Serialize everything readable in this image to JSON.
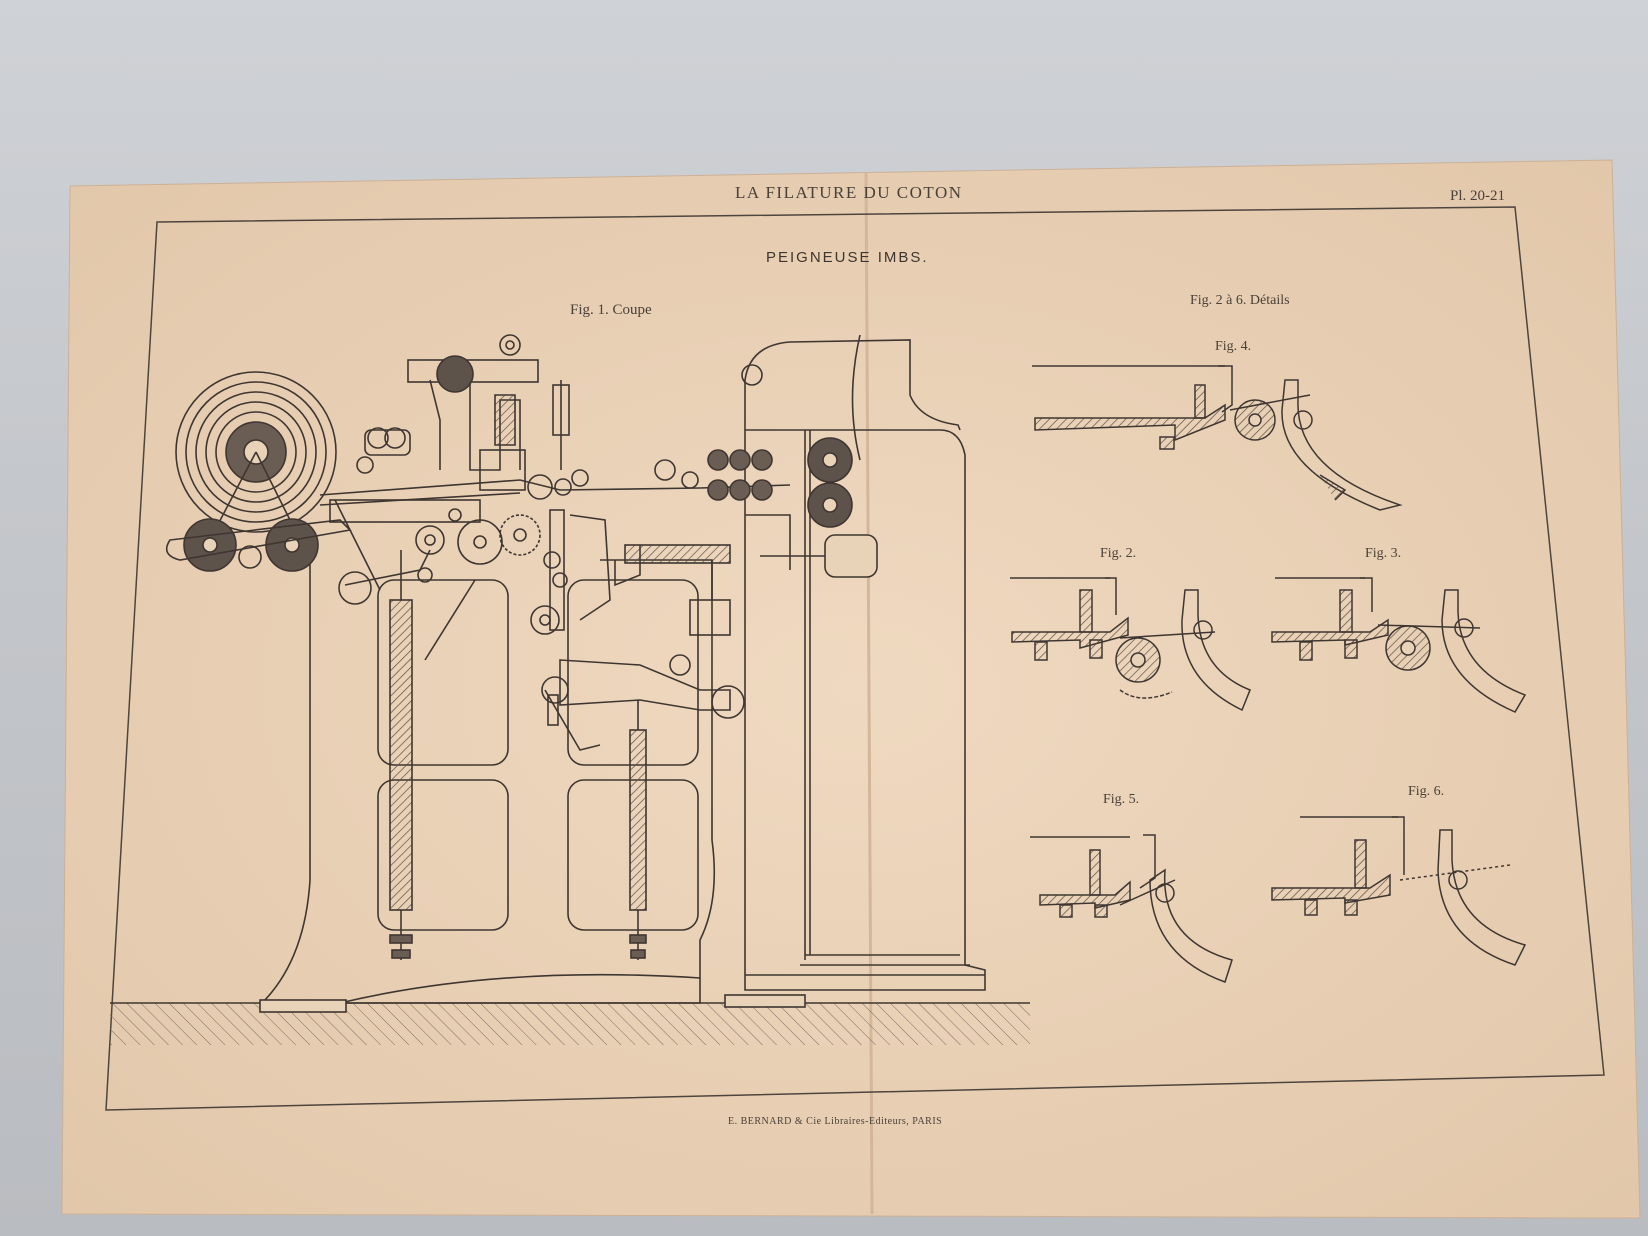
{
  "header": {
    "series_title": "LA FILATURE DU COTON",
    "plate_number": "Pl. 20-21"
  },
  "plate": {
    "title": "PEIGNEUSE IMBS.",
    "publisher": "E. BERNARD & C<sup>ie</sup> Libraires-Editeurs, PARIS"
  },
  "figures": {
    "fig1_caption": "Fig. 1. Coupe",
    "details_caption": "Fig. 2 à 6. Détails",
    "fig4_caption": "Fig. 4.",
    "fig2_caption": "Fig. 2.",
    "fig3_caption": "Fig. 3.",
    "fig5_caption": "Fig. 5.",
    "fig6_caption": "Fig. 6."
  },
  "colors": {
    "paper": "#e9d2b8",
    "ink": "#3f3631",
    "background": "#c6c9cd"
  }
}
